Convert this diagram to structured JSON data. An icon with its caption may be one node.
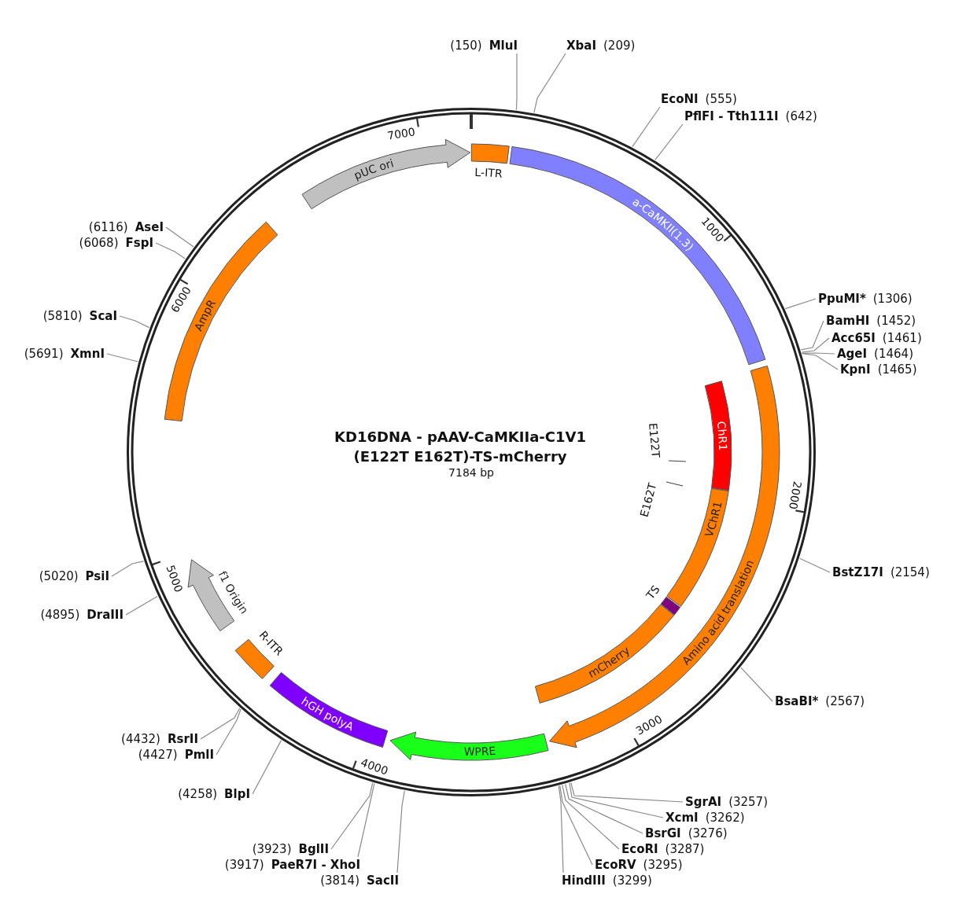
{
  "diagram": {
    "title": "KD16DNA - pAAV-CaMKIIa-C1V1 (E122T E162T)-TS-mCherry",
    "nodes": [
      {
        "text": [
          "(150)",
          "MluI"
        ]
      },
      {
        "text": [
          "XbaI",
          "(209)"
        ]
      },
      {
        "text": [
          "EcoNI",
          "(555)"
        ]
      },
      {
        "text": [
          "PflFI - Tth111I",
          "(642)"
        ]
      },
      {
        "text": [
          "pUC ori"
        ]
      },
      {
        "text": [
          "L-ITR"
        ]
      },
      {
        "text": [
          "(6116)",
          "AseI"
        ]
      },
      {
        "text": [
          "a-CaMKII(1.3)"
        ]
      },
      {
        "text": [
          "(6068)",
          "FspI"
        ]
      },
      {
        "text": [
          "AmpR"
        ]
      },
      {
        "text": [
          "PpuMI*",
          "(1306)"
        ]
      },
      {
        "text": [
          "(5810)",
          "ScaI"
        ]
      },
      {
        "text": [
          "BamHI",
          "(1452)"
        ]
      },
      {
        "text": [
          "Acc65I",
          "(1461)"
        ]
      },
      {
        "text": [
          "(5691)",
          "XmnI"
        ]
      },
      {
        "text": [
          "AgeI",
          "(1464)"
        ]
      },
      {
        "text": [
          "KpnI",
          "(1465)"
        ]
      },
      {
        "text": [
          "ChR1"
        ]
      },
      {
        "text": [
          "VChR1"
        ]
      },
      {
        "text": [
          "Amino acid translation"
        ]
      },
      {
        "text": [
          "BstZ17I",
          "(2154)"
        ]
      },
      {
        "text": [
          "(5020)",
          "PsiI"
        ]
      },
      {
        "text": [
          "f1 Origin"
        ]
      },
      {
        "text": [
          "TS"
        ]
      },
      {
        "text": [
          "(4895)",
          "DraIII"
        ]
      },
      {
        "text": [
          "R-ITR"
        ]
      },
      {
        "text": [
          "mCherry"
        ]
      },
      {
        "text": [
          "BsaBI*",
          "(2567)"
        ]
      },
      {
        "text": [
          "hGH polyA"
        ]
      },
      {
        "text": [
          "(4432)",
          "RsrII"
        ]
      },
      {
        "text": [
          "WPRE"
        ]
      },
      {
        "text": [
          "(4427)",
          "PmlI"
        ]
      },
      {
        "text": [
          "(4258)",
          "BlpI"
        ]
      },
      {
        "text": [
          "SgrAI",
          "(3257)"
        ]
      },
      {
        "text": [
          "XcmI",
          "(3262)"
        ]
      },
      {
        "text": [
          "BsrGI",
          "(3276)"
        ]
      },
      {
        "text": [
          "(3923)",
          "BglII"
        ]
      },
      {
        "text": [
          "EcoRI",
          "(3287)"
        ]
      },
      {
        "text": [
          "(3917)",
          "PaeR7I - XhoI"
        ]
      },
      {
        "text": [
          "EcoRV",
          "(3295)"
        ]
      },
      {
        "text": [
          "(3814)",
          "SacII"
        ]
      },
      {
        "text": [
          "HindIII",
          "(3299)"
        ]
      }
    ],
    "edges": [
      {
        "from": 0,
        "to": null,
        "arrow": "none"
      },
      {
        "from": 1,
        "to": null,
        "arrow": "none"
      },
      {
        "from": 2,
        "to": null,
        "arrow": "none"
      },
      {
        "from": 3,
        "to": null,
        "arrow": "none"
      },
      {
        "from": 6,
        "to": null,
        "arrow": "none"
      },
      {
        "from": 8,
        "to": null,
        "arrow": "none"
      },
      {
        "from": 10,
        "to": null,
        "arrow": "none"
      },
      {
        "from": 11,
        "to": null,
        "arrow": "none"
      },
      {
        "from": 12,
        "to": null,
        "arrow": "none"
      },
      {
        "from": 13,
        "to": null,
        "arrow": "none"
      },
      {
        "from": 14,
        "to": null,
        "arrow": "none"
      },
      {
        "from": 15,
        "to": null,
        "arrow": "none"
      },
      {
        "from": 16,
        "to": null,
        "arrow": "none"
      },
      {
        "from": 20,
        "to": null,
        "arrow": "none"
      },
      {
        "from": 21,
        "to": null,
        "arrow": "none"
      },
      {
        "from": 24,
        "to": null,
        "arrow": "none"
      },
      {
        "from": 27,
        "to": null,
        "arrow": "none"
      },
      {
        "from": 29,
        "to": null,
        "arrow": "none"
      },
      {
        "from": 31,
        "to": null,
        "arrow": "none"
      },
      {
        "from": 32,
        "to": null,
        "arrow": "none"
      },
      {
        "from": 33,
        "to": null,
        "arrow": "none"
      },
      {
        "from": 34,
        "to": null,
        "arrow": "none"
      },
      {
        "from": 35,
        "to": null,
        "arrow": "none"
      },
      {
        "from": 36,
        "to": null,
        "arrow": "none"
      },
      {
        "from": 37,
        "to": null,
        "arrow": "none"
      },
      {
        "from": 38,
        "to": null,
        "arrow": "none"
      },
      {
        "from": 39,
        "to": null,
        "arrow": "none"
      },
      {
        "from": 40,
        "to": null,
        "arrow": "none"
      },
      {
        "from": 41,
        "to": null,
        "arrow": "none"
      }
    ],
    "labels": [
      "7000",
      "1000",
      "6000",
      "E122T",
      "7184 bp",
      "2000",
      "E162T",
      "5000",
      "3000",
      "4000"
    ]
  }
}
